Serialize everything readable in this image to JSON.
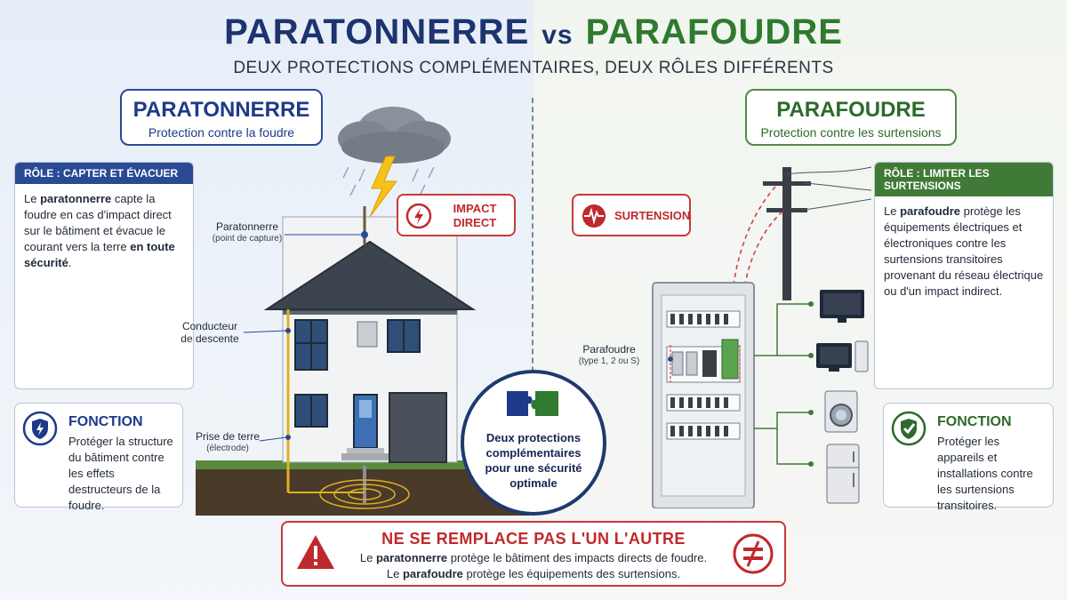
{
  "header": {
    "title_left": "PARATONNERRE",
    "title_vs": "vs",
    "title_right": "PARAFOUDRE",
    "subtitle": "DEUX PROTECTIONS COMPLÉMENTAIRES, DEUX RÔLES DIFFÉRENTS"
  },
  "left": {
    "heading": "PARATONNERRE",
    "subheading": "Protection contre la foudre",
    "role_title": "RÔLE : CAPTER ET ÉVACUER",
    "role_text": {
      "p1": "Le ",
      "b1": "paratonnerre",
      "p2": " capte la foudre en cas d'impact direct sur le bâtiment et évacue le courant vers la terre ",
      "b2": "en toute sécurité",
      "p3": "."
    },
    "function_title": "FONCTION",
    "function_text": "Protéger la structure du bâtiment contre les effets destructeurs de la foudre.",
    "badge": "IMPACT DIRECT",
    "labels": {
      "rod": "Paratonnerre",
      "rod_sub": "(point de capture)",
      "conductor": "Conducteur de descente",
      "ground": "Prise de terre",
      "ground_sub": "(électrode)"
    }
  },
  "right": {
    "heading": "PARAFOUDRE",
    "subheading": "Protection contre les surtensions",
    "role_title": "RÔLE : LIMITER LES SURTENSIONS",
    "role_text": {
      "p1": "Le ",
      "b1": "parafoudre",
      "p2": " protège les équipements électriques et électroniques contre les surtensions transitoires provenant du réseau électrique ou d'un impact indirect."
    },
    "function_title": "FONCTION",
    "function_text": "Protéger les appareils et installations contre les surtensions transitoires.",
    "badge": "SURTENSION",
    "labels": {
      "spd": "Parafoudre",
      "spd_sub": "(type 1, 2 ou S)"
    }
  },
  "center": {
    "circle_text": "Deux protections complémentaires pour une sécurité optimale"
  },
  "banner": {
    "title": "NE SE REMPLACE PAS L'UN L'AUTRE",
    "line1": {
      "p1": "Le ",
      "b1": "paratonnerre",
      "p2": " protège le bâtiment des impacts directs de foudre."
    },
    "line2": {
      "p1": "Le ",
      "b1": "parafoudre",
      "p2": " protège les équipements des surtensions."
    }
  },
  "colors": {
    "blue": "#1d3a8a",
    "green": "#2d6a2b",
    "red": "#c0292b"
  }
}
